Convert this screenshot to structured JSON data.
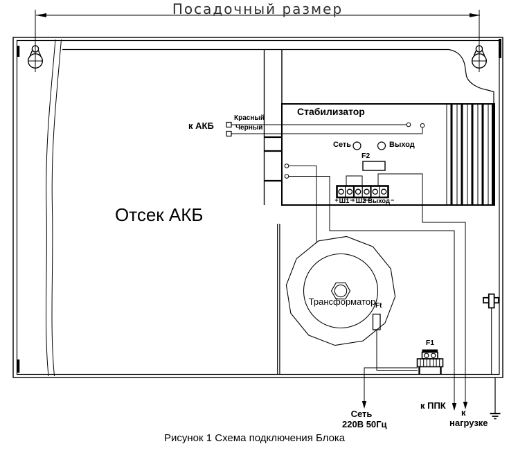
{
  "dimension": {
    "title": "Посадочный размер"
  },
  "compartment": {
    "battery": "Отсек АКБ"
  },
  "battery_wires": {
    "to_battery": "к АКБ",
    "red": "Красный",
    "black": "Черный"
  },
  "stabilizer": {
    "title": "Стабилизатор",
    "led_net": "Сеть",
    "led_output": "Выход",
    "fuse_f2": "F2",
    "terminals": {
      "plus": "+",
      "minus": "−",
      "group1": "Ш1",
      "group2": "Ш2",
      "group3": "Выход"
    }
  },
  "transformer": {
    "title": "Трансформатор",
    "fuse_ft": "Ft"
  },
  "mains": {
    "fuse_f1": "F1",
    "line1": "Сеть",
    "line2": "220В 50Гц"
  },
  "outputs": {
    "to_ppk": "к ППК",
    "to_load_line1": "к",
    "to_load_line2": "нагрузке"
  },
  "caption": "Рисунок 1 Схема подключения Блока",
  "colors": {
    "line": "#000000",
    "background": "#ffffff"
  }
}
